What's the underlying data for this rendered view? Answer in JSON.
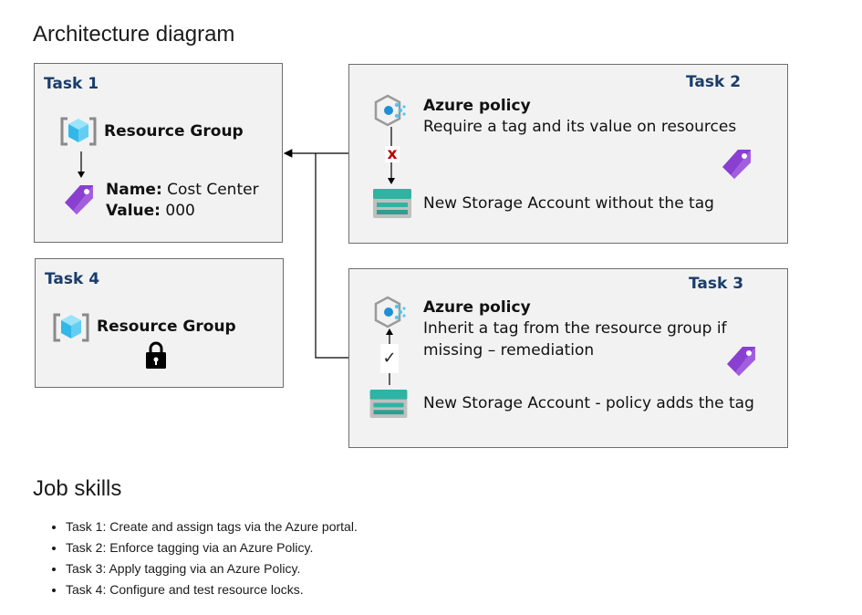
{
  "heading_arch": "Architecture diagram",
  "task1": {
    "label": "Task 1",
    "rg_label": "Resource Group",
    "name_key": "Name:",
    "name_val": "Cost Center",
    "value_key": "Value:",
    "value_val": "000"
  },
  "task2": {
    "label": "Task 2",
    "policy_title": "Azure policy",
    "policy_desc": "Require a tag and its value on resources",
    "storage_text": "New Storage Account  without the tag",
    "blocked_mark": "x"
  },
  "task3": {
    "label": "Task 3",
    "policy_title": "Azure policy",
    "policy_desc_line1": "Inherit a tag from the resource group if",
    "policy_desc_line2": "missing – remediation",
    "storage_text": "New Storage Account   - policy adds the tag",
    "allowed_mark": "✓"
  },
  "task4": {
    "label": "Task 4",
    "rg_label": "Resource Group"
  },
  "heading_skills": "Job skills",
  "skills": [
    "Task 1: Create and assign tags via the Azure portal.",
    "Task 2: Enforce tagging via an Azure Policy.",
    "Task 3: Apply tagging via an Azure Policy.",
    "Task 4: Configure and test resource locks."
  ],
  "colors": {
    "task_label": "#1a3d6b",
    "box_bg": "#f2f2f2",
    "box_border": "#6e6e6e",
    "tag_purple": "#8a3fd1",
    "cube_blue": "#50c8f0",
    "storage_teal": "#2fb3a3",
    "blocked_red": "#c00000"
  }
}
